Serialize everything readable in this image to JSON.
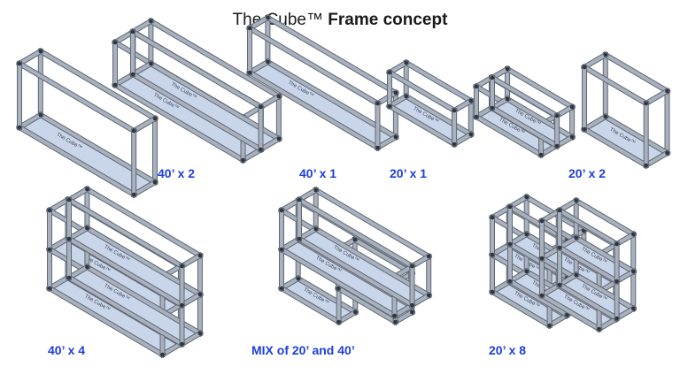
{
  "title": {
    "prefix": "The Cube™",
    "emphasis": "Frame concept"
  },
  "brand_mark": "The Cube™",
  "colors": {
    "beam": "#a8b1bd",
    "beam_edge": "#5f6873",
    "floor": "#c9d6ea",
    "floor_edge": "#7f8a99",
    "joint": "#2f3640",
    "caption": "#1f3fd8",
    "title": "#1a1a1a"
  },
  "captions": {
    "c40x2": "40’ x 2",
    "c40x1": "40’ x 1",
    "c20x1": "20’ x 1",
    "c20x2": "20’ x 2",
    "c40x4": "40’ x 4",
    "mix": "MIX of 20’ and 40’",
    "c20x8": "20’ x 8"
  }
}
